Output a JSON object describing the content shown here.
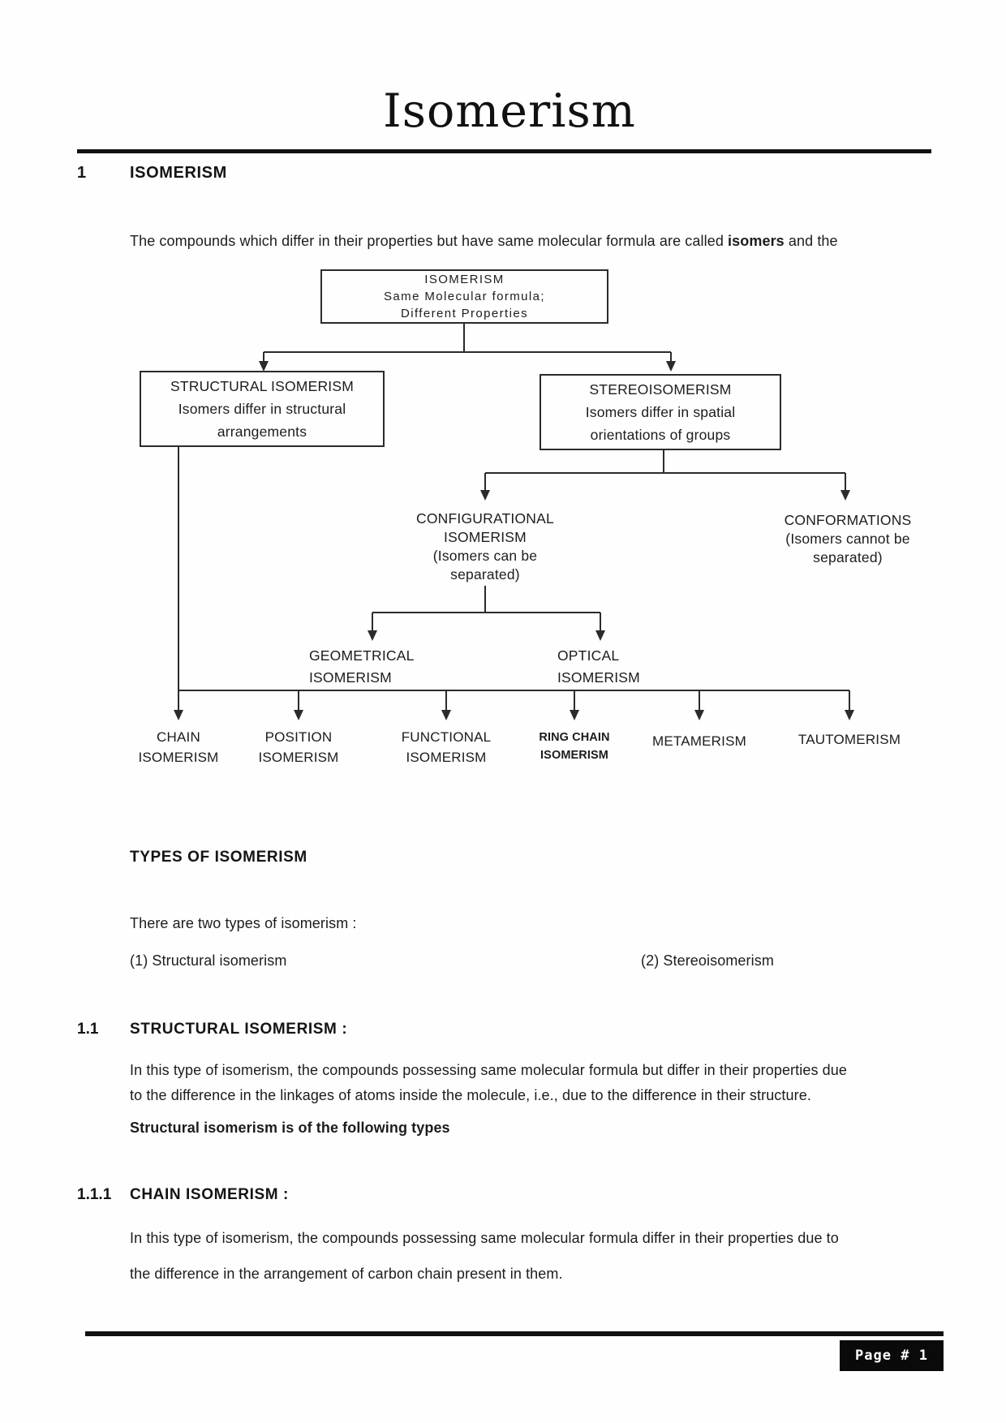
{
  "page": {
    "title": "Isomerism",
    "footer_label": "Page # 1"
  },
  "section1": {
    "number": "1",
    "heading": "ISOMERISM",
    "intro_prefix": "The compounds which differ in their properties but have same molecular formula are called ",
    "intro_bold": "isomers",
    "intro_suffix": " and the"
  },
  "flowchart": {
    "root": {
      "line1": "ISOMERISM",
      "line2": "Same Molecular formula;",
      "line3": "Different Properties"
    },
    "structural": {
      "line1": "STRUCTURAL ISOMERISM",
      "line2": "Isomers differ in structural",
      "line3": "arrangements"
    },
    "stereo": {
      "line1": "STEREOISOMERISM",
      "line2": "Isomers differ in spatial",
      "line3": "orientations of groups"
    },
    "configurational": {
      "line1": "CONFIGURATIONAL",
      "line2": "ISOMERISM",
      "line3": "(Isomers can be",
      "line4": "separated)"
    },
    "conformations": {
      "line1": "CONFORMATIONS",
      "line2": "(Isomers cannot be",
      "line3": "separated)"
    },
    "geometrical": {
      "line1": "GEOMETRICAL",
      "line2": "ISOMERISM"
    },
    "optical": {
      "line1": "OPTICAL",
      "line2": "ISOMERISM"
    },
    "leaves": {
      "chain": {
        "line1": "CHAIN",
        "line2": "ISOMERISM"
      },
      "position": {
        "line1": "POSITION",
        "line2": "ISOMERISM"
      },
      "functional": {
        "line1": "FUNCTIONAL",
        "line2": "ISOMERISM"
      },
      "ringchain": {
        "line1": "RING CHAIN",
        "line2": "ISOMERISM"
      },
      "metamerism": {
        "line1": "METAMERISM"
      },
      "tautomerism": {
        "line1": "TAUTOMERISM"
      }
    }
  },
  "types": {
    "heading": "TYPES OF ISOMERISM",
    "intro": "There are two types of isomerism :",
    "item1": "(1) Structural isomerism",
    "item2": "(2) Stereoisomerism"
  },
  "section1_1": {
    "number": "1.1",
    "heading": "STRUCTURAL ISOMERISM :",
    "para": [
      "In this type of isomerism, the compounds possessing same molecular formula but differ in their properties due",
      "to the difference in the linkages of atoms inside the molecule, i.e., due to the difference in their structure."
    ],
    "bold_note": "Structural isomerism is of the following types"
  },
  "section1_1_1": {
    "number": "1.1.1",
    "heading": "CHAIN ISOMERISM :",
    "para": [
      "In this type of isomerism, the compounds possessing same molecular formula differ in their properties due to",
      "the difference in the arrangement of carbon chain present in them."
    ]
  },
  "colors": {
    "ink": "#1c1c1c",
    "paper": "#fefefe",
    "footer_bg": "#0a0a0a"
  }
}
